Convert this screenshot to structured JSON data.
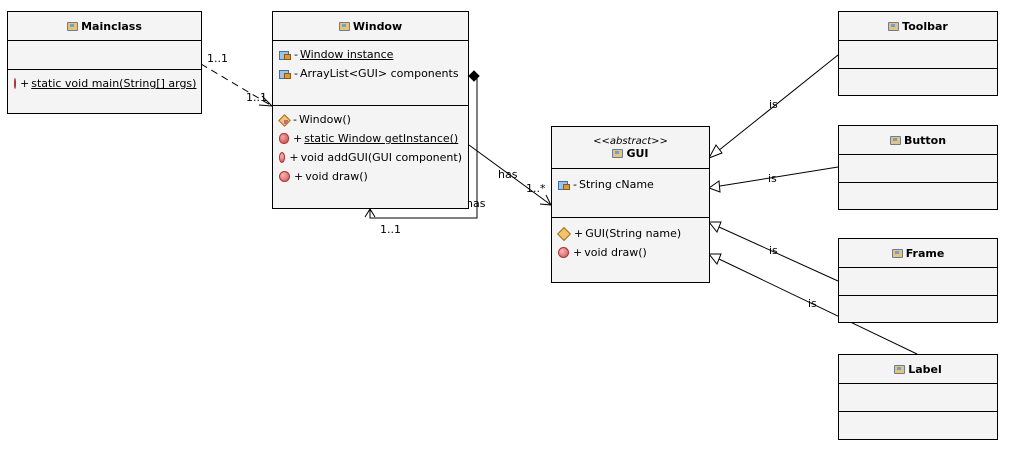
{
  "classes": {
    "mainclass": {
      "name": "Mainclass",
      "attributes": [],
      "operations": [
        {
          "visibility": "+",
          "text": "static void main(String[] args)"
        }
      ]
    },
    "window": {
      "name": "Window",
      "attributes": [
        {
          "visibility": "-",
          "text": "Window instance"
        },
        {
          "visibility": "-",
          "text": "ArrayList<GUI> components"
        }
      ],
      "operations": [
        {
          "visibility": "-",
          "text": "Window()"
        },
        {
          "visibility": "+",
          "text": "static Window getInstance()"
        },
        {
          "visibility": "+",
          "text": "void addGUI(GUI component)"
        },
        {
          "visibility": "+",
          "text": "void draw()"
        }
      ]
    },
    "gui": {
      "stereotype": "<<abstract>>",
      "name": "GUI",
      "attributes": [
        {
          "visibility": "-",
          "text": "String cName"
        }
      ],
      "operations": [
        {
          "visibility": "+",
          "text": "GUI(String name)"
        },
        {
          "visibility": "+",
          "text": "void draw()"
        }
      ]
    },
    "toolbar": {
      "name": "Toolbar"
    },
    "button": {
      "name": "Button"
    },
    "frame": {
      "name": "Frame"
    },
    "label": {
      "name": "Label"
    }
  },
  "edges": {
    "main_window": {
      "source_mult": "1..1",
      "target_mult": "1..1"
    },
    "window_self": {
      "label": "has",
      "mult": "1..1"
    },
    "window_gui": {
      "label": "has",
      "mult": "1..*"
    },
    "toolbar_gui": {
      "label": "is"
    },
    "button_gui": {
      "label": "is"
    },
    "frame_gui": {
      "label": "is"
    },
    "label_gui": {
      "label": "is"
    }
  }
}
